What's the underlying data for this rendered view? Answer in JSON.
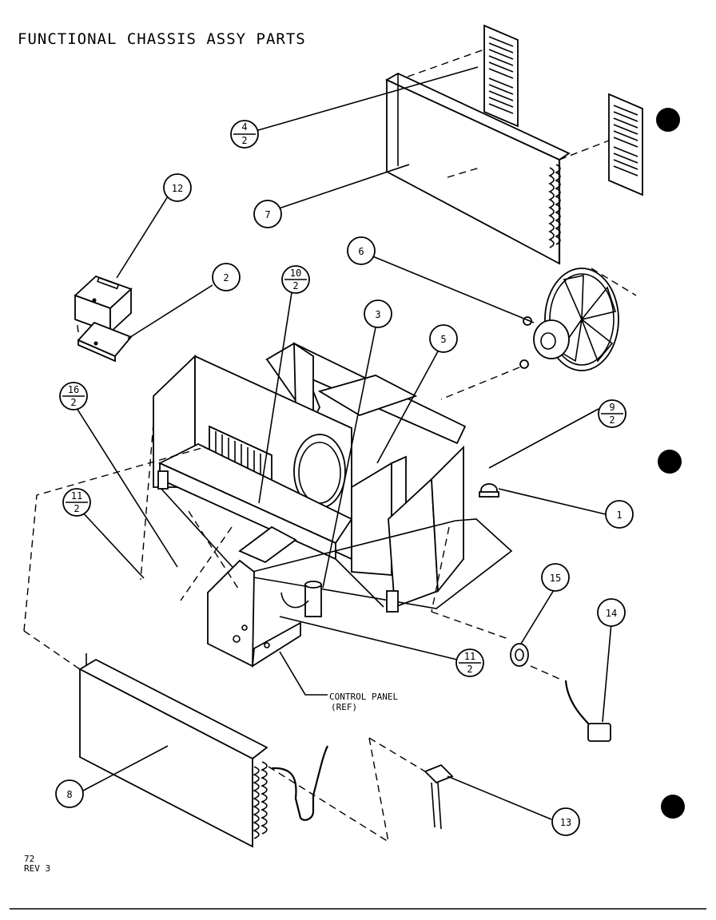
{
  "title": "FUNCTIONAL CHASSIS ASSY PARTS",
  "callouts": [
    {
      "id": "4-2",
      "top": "4",
      "bottom": "2"
    },
    {
      "id": "7",
      "label": "7"
    },
    {
      "id": "12",
      "label": "12"
    },
    {
      "id": "2",
      "label": "2"
    },
    {
      "id": "6",
      "label": "6"
    },
    {
      "id": "10-2",
      "top": "10",
      "bottom": "2"
    },
    {
      "id": "3",
      "label": "3"
    },
    {
      "id": "5",
      "label": "5"
    },
    {
      "id": "16-2",
      "top": "16",
      "bottom": "2"
    },
    {
      "id": "9-2",
      "top": "9",
      "bottom": "2"
    },
    {
      "id": "11-2a",
      "top": "11",
      "bottom": "2"
    },
    {
      "id": "1",
      "label": "1"
    },
    {
      "id": "15",
      "label": "15"
    },
    {
      "id": "14",
      "label": "14"
    },
    {
      "id": "11-2b",
      "top": "11",
      "bottom": "2"
    },
    {
      "id": "8",
      "label": "8"
    },
    {
      "id": "13",
      "label": "13"
    }
  ],
  "control_panel_label": [
    "CONTROL PANEL",
    "(REF)"
  ],
  "footer": {
    "page": "72",
    "revision": "REV 3"
  }
}
